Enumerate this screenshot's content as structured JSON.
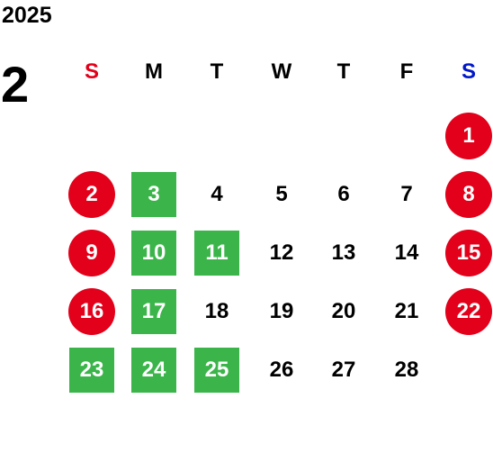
{
  "year": "2025",
  "month": "2",
  "colors": {
    "sunday": "#e2001a",
    "saturday": "#0018c8",
    "holiday_circle": "#e2001a",
    "closed_square": "#3bb54a",
    "text": "#000000"
  },
  "weekdays": [
    {
      "label": "S",
      "kind": "sun"
    },
    {
      "label": "M",
      "kind": "wd"
    },
    {
      "label": "T",
      "kind": "wd"
    },
    {
      "label": "W",
      "kind": "wd"
    },
    {
      "label": "T",
      "kind": "wd"
    },
    {
      "label": "F",
      "kind": "wd"
    },
    {
      "label": "S",
      "kind": "sat"
    }
  ],
  "days": [
    {
      "d": "1",
      "mark": "circle"
    },
    {
      "d": "2",
      "mark": "circle"
    },
    {
      "d": "3",
      "mark": "square"
    },
    {
      "d": "4",
      "mark": "none"
    },
    {
      "d": "5",
      "mark": "none"
    },
    {
      "d": "6",
      "mark": "none"
    },
    {
      "d": "7",
      "mark": "none"
    },
    {
      "d": "8",
      "mark": "circle"
    },
    {
      "d": "9",
      "mark": "circle"
    },
    {
      "d": "10",
      "mark": "square"
    },
    {
      "d": "11",
      "mark": "square"
    },
    {
      "d": "12",
      "mark": "none"
    },
    {
      "d": "13",
      "mark": "none"
    },
    {
      "d": "14",
      "mark": "none"
    },
    {
      "d": "15",
      "mark": "circle"
    },
    {
      "d": "16",
      "mark": "circle"
    },
    {
      "d": "17",
      "mark": "square"
    },
    {
      "d": "18",
      "mark": "none"
    },
    {
      "d": "19",
      "mark": "none"
    },
    {
      "d": "20",
      "mark": "none"
    },
    {
      "d": "21",
      "mark": "none"
    },
    {
      "d": "22",
      "mark": "circle"
    },
    {
      "d": "23",
      "mark": "square"
    },
    {
      "d": "24",
      "mark": "square"
    },
    {
      "d": "25",
      "mark": "square"
    },
    {
      "d": "26",
      "mark": "none"
    },
    {
      "d": "27",
      "mark": "none"
    },
    {
      "d": "28",
      "mark": "none"
    }
  ]
}
